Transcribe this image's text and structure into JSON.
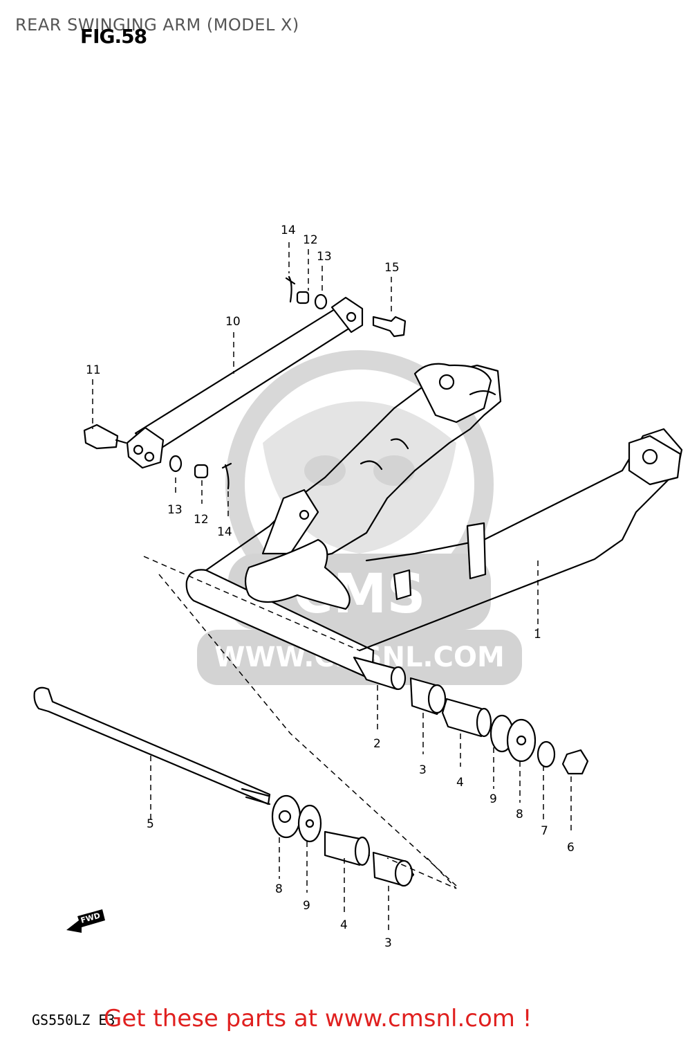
{
  "header": {
    "title": "REAR SWINGING ARM (MODEL X)"
  },
  "figure": {
    "label": "FIG.58"
  },
  "callouts": {
    "c1": "1",
    "c2": "2",
    "c3a": "3",
    "c3b": "3",
    "c4a": "4",
    "c4b": "4",
    "c5": "5",
    "c6": "6",
    "c7": "7",
    "c8a": "8",
    "c8b": "8",
    "c9a": "9",
    "c9b": "9",
    "c10": "10",
    "c11": "11",
    "c12a": "12",
    "c12b": "12",
    "c13a": "13",
    "c13b": "13",
    "c14a": "14",
    "c14b": "14",
    "c15": "15"
  },
  "watermark": {
    "logo": "CMS",
    "url": "WWW.CMSNL.COM"
  },
  "fwd_marker": "FWD",
  "footer": {
    "model_code": "GS550LZ  E3",
    "cta": "Get these parts at www.cmsnl.com !"
  }
}
